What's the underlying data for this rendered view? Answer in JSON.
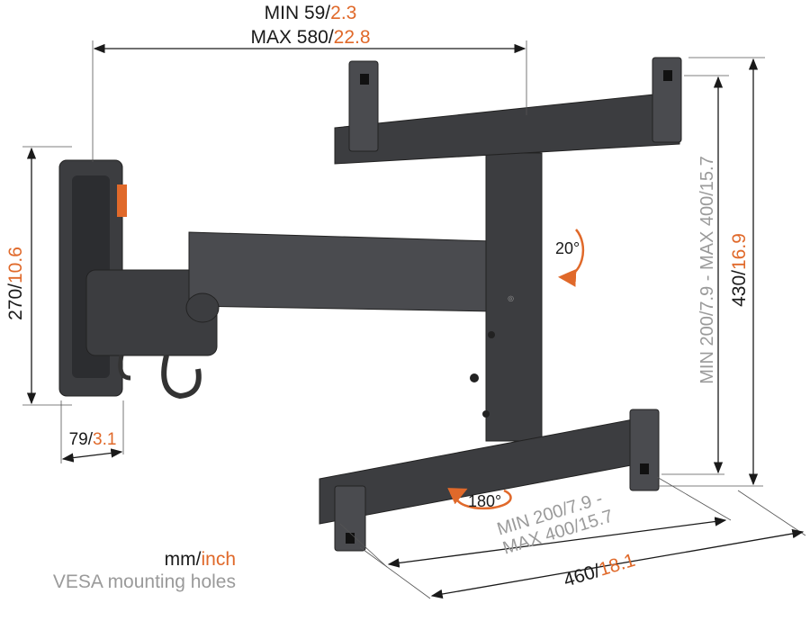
{
  "colors": {
    "accent": "#e0692a",
    "text": "#1a1a1a",
    "secondary": "#9a9a9a",
    "metal": "#3c3d40"
  },
  "dimensions": {
    "depth_min": {
      "prefix": "MIN 59/",
      "inch": "2.3"
    },
    "depth_max": {
      "prefix": "MAX 580/",
      "inch": "22.8"
    },
    "wall_plate_height": {
      "mm": "270/",
      "inch": "10.6"
    },
    "wall_plate_width": {
      "mm": "79/",
      "inch": "3.1"
    },
    "vesa_vertical": {
      "text": "MIN 200/7.9 - MAX 400/15.7"
    },
    "total_height": {
      "mm": "430/",
      "inch": "16.9"
    },
    "vesa_horizontal": {
      "line1": "MIN 200/7.9 -",
      "line2": "MAX 400/15.7"
    },
    "total_width": {
      "mm": "460/",
      "inch": "18.1"
    }
  },
  "rotation": {
    "tilt": "20°",
    "swivel": "180°"
  },
  "legend": {
    "mm": "mm/",
    "inch": "inch",
    "caption": "VESA mounting holes"
  }
}
